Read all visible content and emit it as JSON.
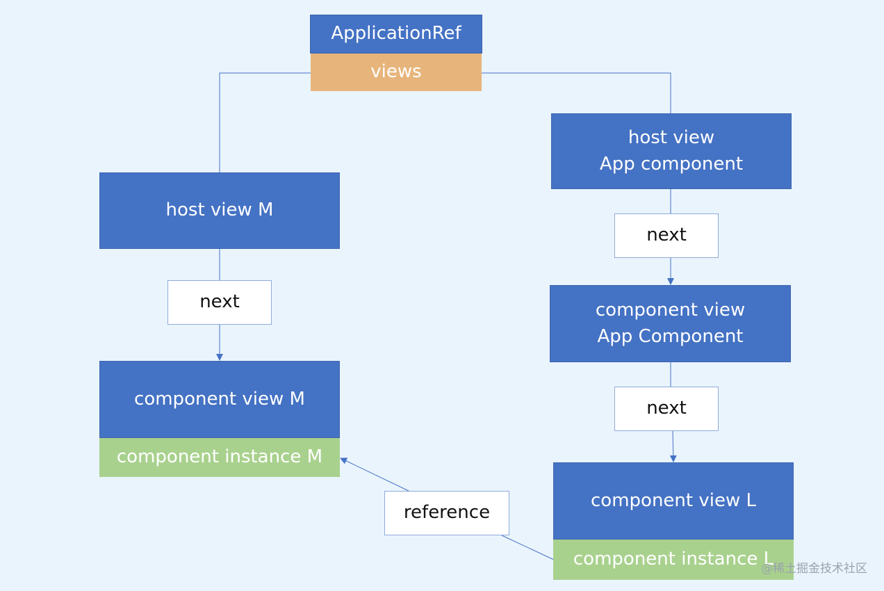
{
  "application_ref": {
    "title": "ApplicationRef",
    "views_label": "views"
  },
  "left_branch": {
    "host_view": "host view M",
    "next_label": "next",
    "component_view": "component view M",
    "component_instance": "component instance M"
  },
  "right_branch": {
    "host_view": "host view\nApp component",
    "next_label_1": "next",
    "component_view_app": "component view\nApp Component",
    "next_label_2": "next",
    "component_view_l": "component view L",
    "component_instance_l": "component instance L"
  },
  "reference_label": "reference",
  "watermark": "@稀土掘金技术社区",
  "colors": {
    "background": "#eaf4fd",
    "blue_box": "#4472c4",
    "orange_box": "#e7b57b",
    "green_box": "#a9d18e",
    "connector": "#4472c4"
  }
}
